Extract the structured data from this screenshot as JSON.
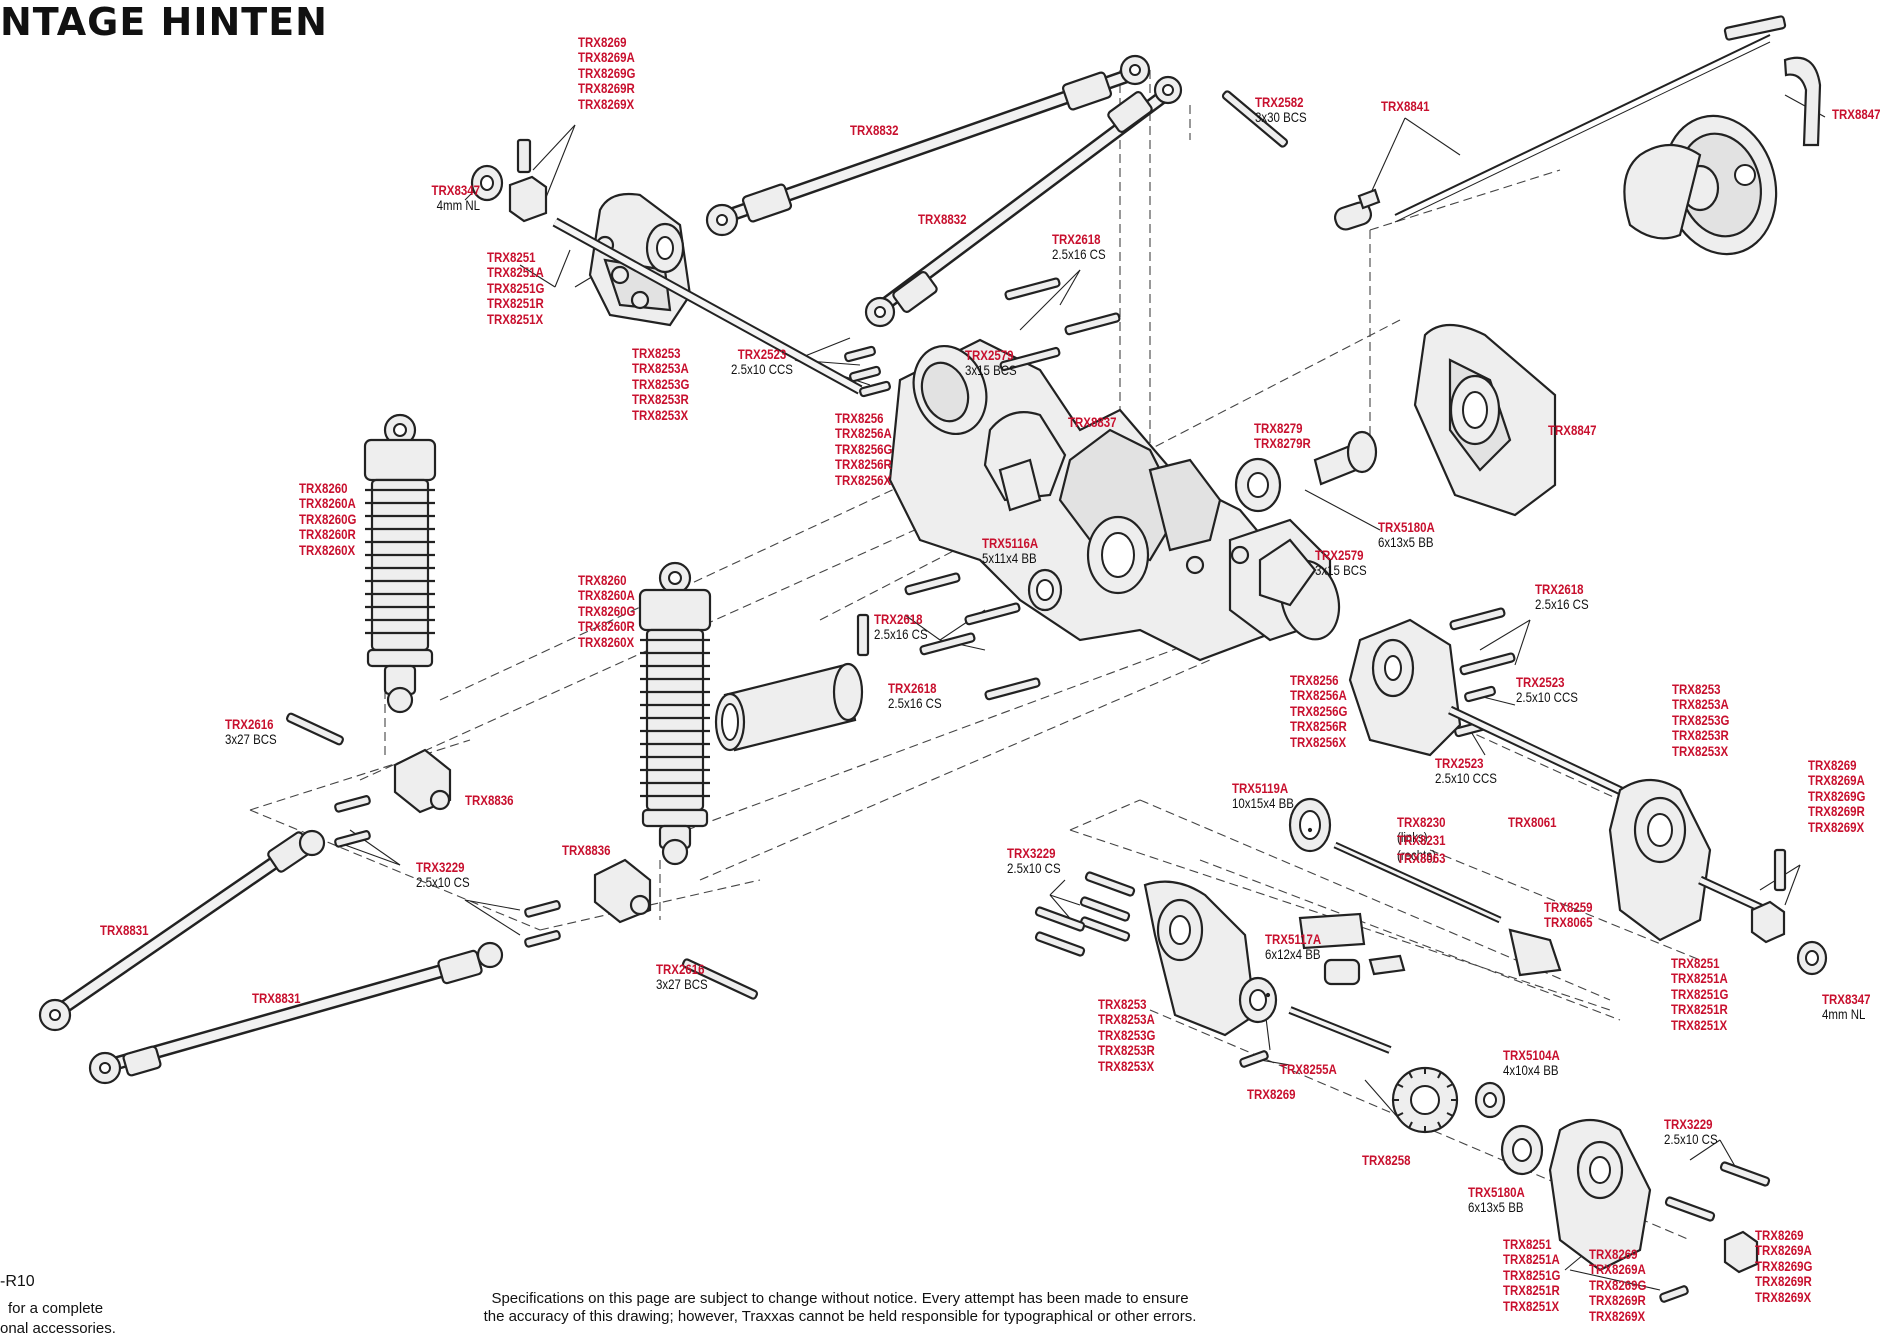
{
  "title": "NTAGE HINTEN",
  "callouts": {
    "c1": {
      "red": [
        "TRX8269",
        "TRX8269A",
        "TRX8269G",
        "TRX8269R",
        "TRX8269X"
      ],
      "black": []
    },
    "c2": {
      "red": [
        "TRX8347"
      ],
      "black": [
        "4mm NL"
      ]
    },
    "c3": {
      "red": [
        "TRX8251",
        "TRX8251A",
        "TRX8251G",
        "TRX8251R",
        "TRX8251X"
      ],
      "black": []
    },
    "c4": {
      "red": [
        "TRX8253",
        "TRX8253A",
        "TRX8253G",
        "TRX8253R",
        "TRX8253X"
      ],
      "black": []
    },
    "c5": {
      "red": [
        "TRX8832"
      ],
      "black": []
    },
    "c6": {
      "red": [
        "TRX8832"
      ],
      "black": []
    },
    "c7": {
      "red": [
        "TRX2618"
      ],
      "black": [
        "2.5x16 CS"
      ]
    },
    "c8": {
      "red": [
        "TRX2523"
      ],
      "black": [
        "2.5x10 CCS"
      ]
    },
    "c9": {
      "red": [
        "TRX2579"
      ],
      "black": [
        "3x15 BCS"
      ]
    },
    "c10": {
      "red": [
        "TRX8256",
        "TRX8256A",
        "TRX8256G",
        "TRX8256R",
        "TRX8256X"
      ],
      "black": []
    },
    "c11": {
      "red": [
        "TRX8837"
      ],
      "black": []
    },
    "c12": {
      "red": [
        "TRX2582"
      ],
      "black": [
        "3x30 BCS"
      ]
    },
    "c13": {
      "red": [
        "TRX8841"
      ],
      "black": []
    },
    "c14": {
      "red": [
        "TRX8847"
      ],
      "black": []
    },
    "c15": {
      "red": [
        "TRX8847"
      ],
      "black": []
    },
    "c16": {
      "red": [
        "TRX8279",
        "TRX8279R"
      ],
      "black": []
    },
    "c17": {
      "red": [
        "TRX5180A"
      ],
      "black": [
        "6x13x5 BB"
      ]
    },
    "c18": {
      "red": [
        "TRX2579"
      ],
      "black": [
        "3x15 BCS"
      ]
    },
    "c19": {
      "red": [
        "TRX8260",
        "TRX8260A",
        "TRX8260G",
        "TRX8260R",
        "TRX8260X"
      ],
      "black": []
    },
    "c20": {
      "red": [
        "TRX8260",
        "TRX8260A",
        "TRX8260G",
        "TRX8260R",
        "TRX8260X"
      ],
      "black": []
    },
    "c21": {
      "red": [
        "TRX5116A"
      ],
      "black": [
        "5x11x4 BB"
      ]
    },
    "c22": {
      "red": [
        "TRX2618"
      ],
      "black": [
        "2.5x16 CS"
      ]
    },
    "c23": {
      "red": [
        "TRX2618"
      ],
      "black": [
        "2.5x16 CS"
      ]
    },
    "c24": {
      "red": [
        "TRX2618"
      ],
      "black": [
        "2.5x16 CS"
      ]
    },
    "c25": {
      "red": [
        "TRX8256",
        "TRX8256A",
        "TRX8256G",
        "TRX8256R",
        "TRX8256X"
      ],
      "black": []
    },
    "c26": {
      "red": [
        "TRX2523"
      ],
      "black": [
        "2.5x10 CCS"
      ]
    },
    "c27": {
      "red": [
        "TRX2523"
      ],
      "black": [
        "2.5x10 CCS"
      ]
    },
    "c28": {
      "red": [
        "TRX8253",
        "TRX8253A",
        "TRX8253G",
        "TRX8253R",
        "TRX8253X"
      ],
      "black": []
    },
    "c29": {
      "red": [
        "TRX2616"
      ],
      "black": [
        "3x27 BCS"
      ]
    },
    "c30": {
      "red": [
        "TRX8836"
      ],
      "black": []
    },
    "c31": {
      "red": [
        "TRX3229"
      ],
      "black": [
        "2.5x10 CS"
      ]
    },
    "c32": {
      "red": [
        "TRX8836"
      ],
      "black": []
    },
    "c33": {
      "red": [
        "TRX8831"
      ],
      "black": []
    },
    "c34": {
      "red": [
        "TRX8831"
      ],
      "black": []
    },
    "c35": {
      "red": [
        "TRX2616"
      ],
      "black": [
        "3x27 BCS"
      ]
    },
    "c36": {
      "red": [
        "TRX5119A"
      ],
      "black": [
        "10x15x4 BB"
      ]
    },
    "c37": {
      "red": [
        "TRX8230"
      ],
      "black": [
        "(links)"
      ]
    },
    "c38": {
      "red": [
        "TRX8231"
      ],
      "black": [
        "(rechts)"
      ]
    },
    "c39": {
      "red": [
        "TRX8063"
      ],
      "black": []
    },
    "c40": {
      "red": [
        "TRX8061"
      ],
      "black": []
    },
    "c41": {
      "red": [
        "TRX3229"
      ],
      "black": [
        "2.5x10 CS"
      ]
    },
    "c42": {
      "red": [
        "TRX8259",
        "TRX8065"
      ],
      "black": []
    },
    "c43": {
      "red": [
        "TRX8269",
        "TRX8269A",
        "TRX8269G",
        "TRX8269R",
        "TRX8269X"
      ],
      "black": []
    },
    "c44": {
      "red": [
        "TRX5117A"
      ],
      "black": [
        "6x12x4 BB"
      ]
    },
    "c45": {
      "red": [
        "TRX8253",
        "TRX8253A",
        "TRX8253G",
        "TRX8253R",
        "TRX8253X"
      ],
      "black": []
    },
    "c46": {
      "red": [
        "TRX8255A"
      ],
      "black": []
    },
    "c47": {
      "red": [
        "TRX8269"
      ],
      "black": []
    },
    "c48": {
      "red": [
        "TRX5104A"
      ],
      "black": [
        "4x10x4 BB"
      ]
    },
    "c49": {
      "red": [
        "TRX8251",
        "TRX8251A",
        "TRX8251G",
        "TRX8251R",
        "TRX8251X"
      ],
      "black": []
    },
    "c50": {
      "red": [
        "TRX8347"
      ],
      "black": [
        "4mm NL"
      ]
    },
    "c51": {
      "red": [
        "TRX8258"
      ],
      "black": []
    },
    "c52": {
      "red": [
        "TRX3229"
      ],
      "black": [
        "2.5x10 CS"
      ]
    },
    "c53": {
      "red": [
        "TRX5180A"
      ],
      "black": [
        "6x13x5 BB"
      ]
    },
    "c54": {
      "red": [
        "TRX8251",
        "TRX8251A",
        "TRX8251G",
        "TRX8251R",
        "TRX8251X"
      ],
      "black": []
    },
    "c55": {
      "red": [
        "TRX8269",
        "TRX8269A",
        "TRX8269G",
        "TRX8269R",
        "TRX8269X"
      ],
      "black": []
    },
    "c56": {
      "red": [
        "TRX8269",
        "TRX8269A",
        "TRX8269G",
        "TRX8269R",
        "TRX8269X"
      ],
      "black": []
    }
  },
  "footer": {
    "model": "-R10",
    "line1": "for a complete",
    "line2": "onal accessories.",
    "disclaimer1": "Specifications on this page are subject to change without notice.  Every attempt has been made to ensure",
    "disclaimer2": "the accuracy of this drawing; however, Traxxas cannot be held responsible for typographical or other errors."
  },
  "colors": {
    "part_number": "#c8102e",
    "text": "#111111"
  }
}
